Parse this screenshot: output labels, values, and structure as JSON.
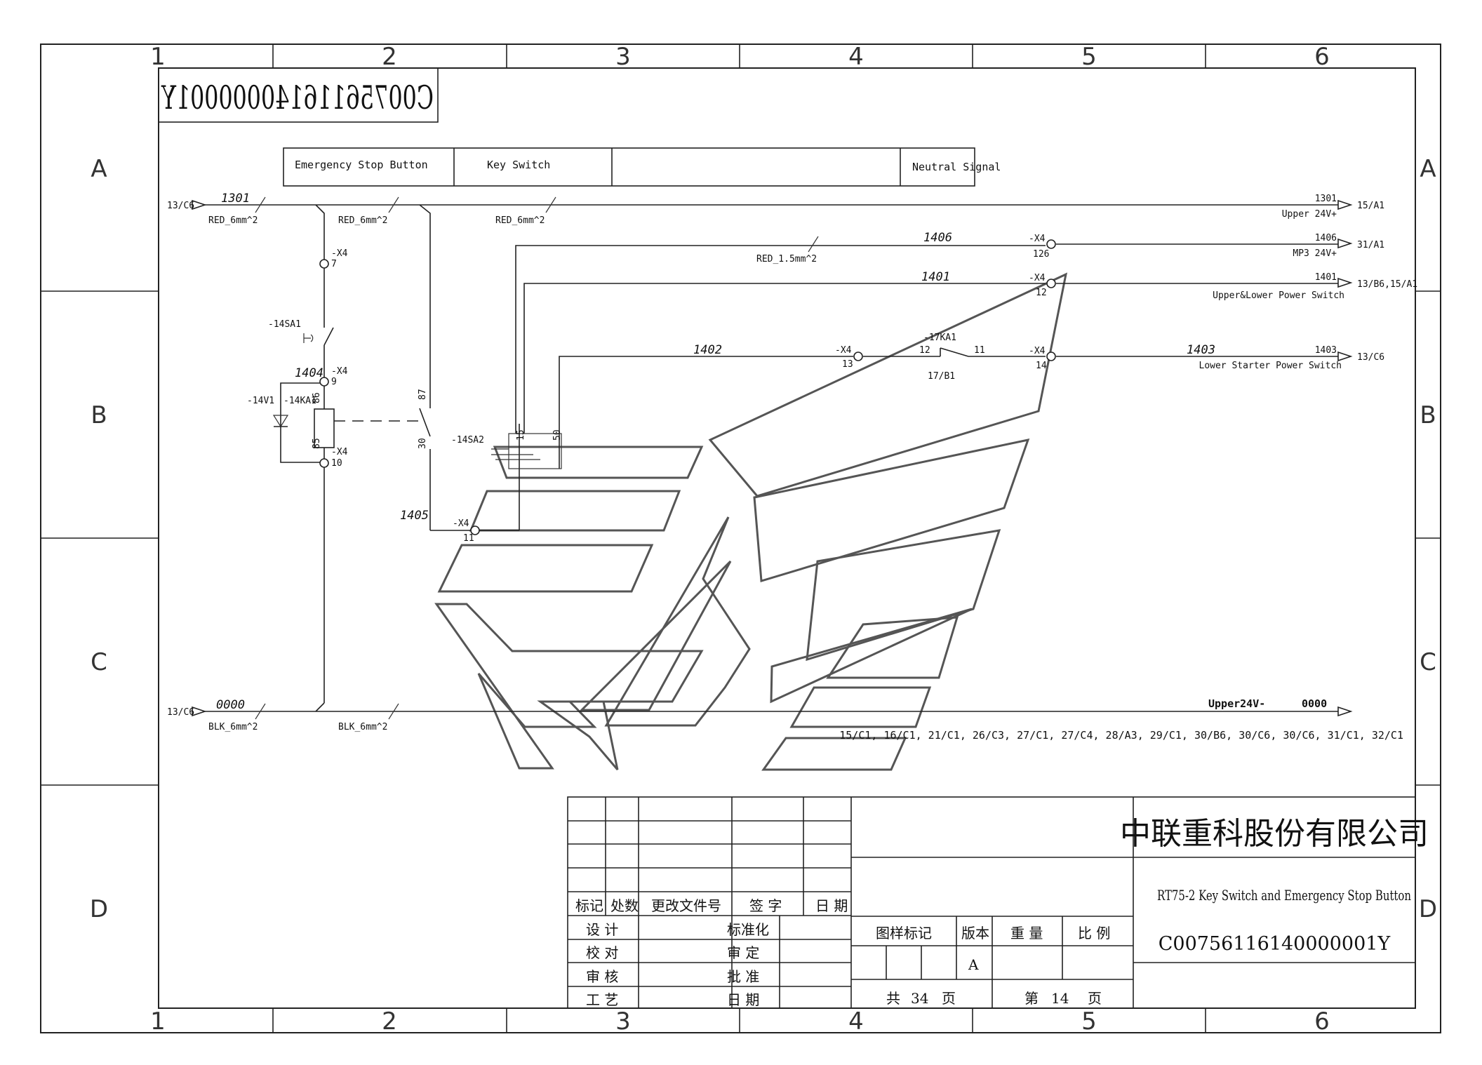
{
  "drawing_number": "C00756116140000001Y",
  "drawing_number_mirrored": "C00756116140000001Y",
  "zones": {
    "columns": [
      "1",
      "2",
      "3",
      "4",
      "5",
      "6"
    ],
    "rows": [
      "A",
      "B",
      "C",
      "D"
    ]
  },
  "header": {
    "emergency_stop": "Emergency Stop Button",
    "key_switch": "Key Switch",
    "neutral_signal": "Neutral Signal"
  },
  "wires": {
    "w1301": "1301",
    "w1406": "1406",
    "w1401": "1401",
    "w1402": "1402",
    "w1403": "1403",
    "w1404": "1404",
    "w1405": "1405",
    "w0000": "0000",
    "red6_a": "RED_6mm^2",
    "red6_b": "RED_6mm^2",
    "red6_c": "RED_6mm^2",
    "red15": "RED_1.5mm^2",
    "blk6_a": "BLK_6mm^2",
    "blk6_b": "BLK_6mm^2"
  },
  "refs": {
    "in_1301": "13/C6",
    "in_0000": "13/C6",
    "out_1301": "15/A1",
    "out_1406": "31/A1",
    "out_1401": "13/B6,15/A1",
    "out_1403": "13/C6",
    "ka1_ref": "17/B1"
  },
  "signals": {
    "s1301": "1301",
    "upper24": "Upper 24V+",
    "s1406": "1406",
    "mp324": "MP3 24V+",
    "s1401": "1401",
    "upper_lower": "Upper&Lower Power Switch",
    "s1403": "1403",
    "lower_starter": "Lower Starter Power Switch",
    "upper24_neg": "Upper24V-",
    "s0000": "0000",
    "crossrefs": "15/C1, 16/C1, 21/C1, 26/C3, 27/C1, 27/C4, 28/A3, 29/C1, 30/B6, 30/C6, 30/C6, 31/C1, 32/C1"
  },
  "components": {
    "x4": "-X4",
    "x4_7": "7",
    "x4_9": "9",
    "x4_10": "10",
    "x4_11": "11",
    "x4_12": "12",
    "x4_13": "13",
    "x4_14": "14",
    "x4_126": "126",
    "sa1": "-14SA1",
    "v1": "-14V1",
    "ka1_14": "-14KA1",
    "ka1_17": "-17KA1",
    "sa2": "-14SA2",
    "pin_86": "86",
    "pin_85": "85",
    "pin_87": "87",
    "pin_30": "30",
    "pin_12": "12",
    "pin_11": "11",
    "pin_15": "15",
    "pin_50": "50"
  },
  "title_block": {
    "company": "中联重科股份有限公司",
    "title": "RT75-2 Key Switch and Emergency Stop Button",
    "drawing_no": "C00756116140000001Y",
    "rev_headers": [
      "标记",
      "处数",
      "更改文件号",
      "签 字",
      "日 期"
    ],
    "design": "设 计",
    "check": "校 对",
    "review": "审 核",
    "process": "工 艺",
    "standard": "标准化",
    "approve_def": "审 定",
    "approve": "批 准",
    "date": "日 期",
    "mark_label": "图样标记",
    "version_label": "版本",
    "weight_label": "重 量",
    "scale_label": "比 例",
    "version": "A",
    "total_label": "共",
    "total_pages": "34",
    "page_label": "页",
    "sheet_label": "第",
    "sheet_no": "14",
    "page_label2": "页"
  }
}
